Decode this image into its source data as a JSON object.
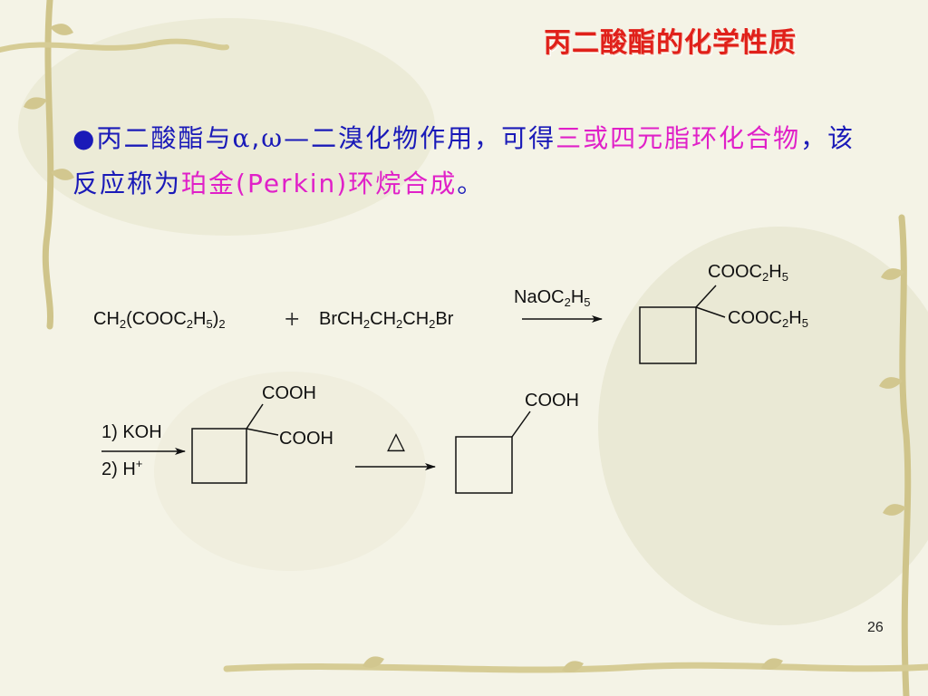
{
  "slide": {
    "title": "丙二酸酯的化学性质",
    "bullet": "●",
    "intro": {
      "part1": "丙二酸酯与",
      "alpha": "α",
      "comma": ",",
      "omega": "ω",
      "part2": "—二溴化物作用，可得",
      "highlight1": "三或四元脂环化合物",
      "part3": "，该反应称为",
      "highlight2": "珀金(Perkin)环烷合成",
      "end": "。"
    },
    "page_number": "26"
  },
  "reaction": {
    "reactant1": {
      "a": "CH",
      "b": "2",
      "c": "(COOC",
      "d": "2",
      "e": "H",
      "f": "5",
      "g": ")",
      "h": "2"
    },
    "plus": "+",
    "reactant2": {
      "a": "BrCH",
      "b": "2",
      "c": "CH",
      "d": "2",
      "e": "CH",
      "f": "2",
      "g": "Br"
    },
    "reagent1": {
      "a": "NaOC",
      "b": "2",
      "c": "H",
      "d": "5"
    },
    "product_sub1": {
      "a": "COOC",
      "b": "2",
      "c": "H",
      "d": "5"
    },
    "product_sub2": {
      "a": "COOC",
      "b": "2",
      "c": "H",
      "d": "5"
    },
    "step2_reagent_a": "1) KOH",
    "step2_reagent_b": {
      "a": "2) H",
      "b": "+"
    },
    "diacid_sub1": "COOH",
    "diacid_sub2": "COOH",
    "heat_symbol": "△",
    "final_sub": "COOH"
  }
}
